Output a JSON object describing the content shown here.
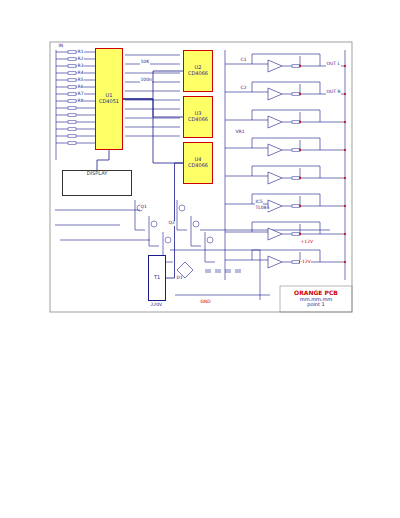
{
  "diagram": {
    "nodes": [
      {
        "text": [
          "U1",
          "CD4051"
        ]
      },
      {
        "text": [
          "U2",
          "CD4066"
        ]
      },
      {
        "text": [
          "U3",
          "CD4066"
        ]
      },
      {
        "text": [
          "U4",
          "CD4066"
        ]
      },
      {
        "text": [
          "DISPLAY"
        ]
      },
      {
        "text": [
          "T1"
        ]
      },
      {
        "text": [
          "ORANGE PCB",
          "mm.mm.mm",
          "point 1"
        ]
      }
    ],
    "edges": [
      {
        "from": 0,
        "to": 1,
        "arrow": "none"
      },
      {
        "from": 0,
        "to": 2,
        "arrow": "none"
      },
      {
        "from": 0,
        "to": 3,
        "arrow": "none"
      },
      {
        "from": 4,
        "to": 0,
        "arrow": "none"
      },
      {
        "from": 5,
        "to": 3,
        "arrow": "none"
      }
    ],
    "labels": [
      "R1",
      "R2",
      "R3",
      "R4",
      "R5",
      "R6",
      "R7",
      "R8",
      "10K",
      "100n",
      "C1",
      "C2",
      "Q1",
      "Q2",
      "D1",
      "VR1",
      "+12V",
      "-12V",
      "GND",
      "IN",
      "OUT L",
      "OUT R",
      "IC5",
      "TL084",
      "220V"
    ]
  }
}
